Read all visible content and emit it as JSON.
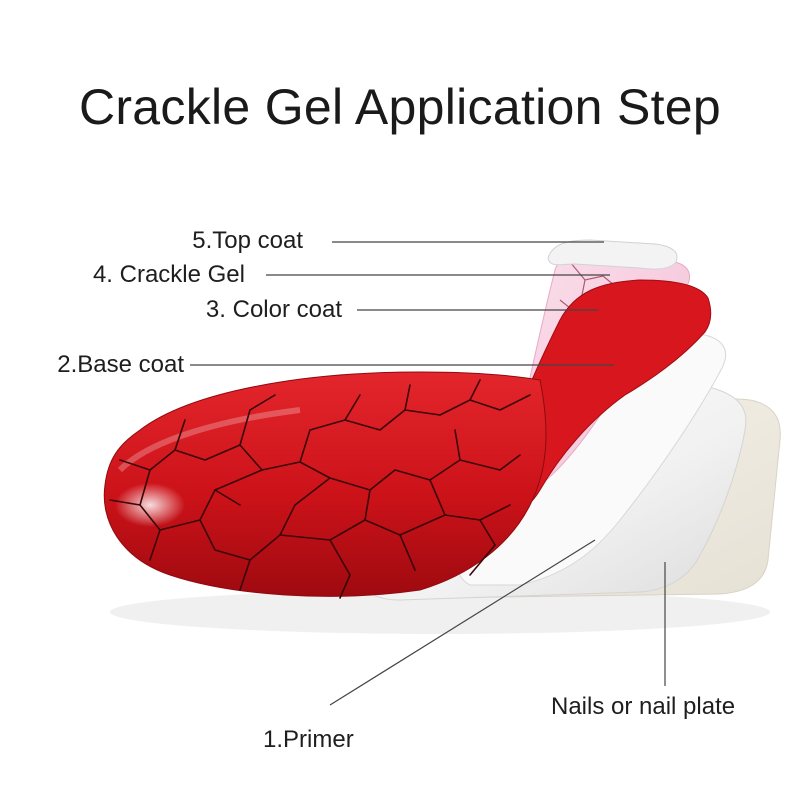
{
  "title": "Crackle Gel Application Step",
  "labels": {
    "top_coat": "5.Top coat",
    "crackle_gel": "4. Crackle Gel",
    "color_coat": "3. Color coat",
    "base_coat": "2.Base coat",
    "nail_plate": "Nails or nail plate",
    "primer": "1.Primer"
  },
  "colors": {
    "gel_red": "#d3151d",
    "crackle_pink": "#f5c6da",
    "base_white": "#f7f7f7",
    "crack_lines": "#3a0708"
  }
}
